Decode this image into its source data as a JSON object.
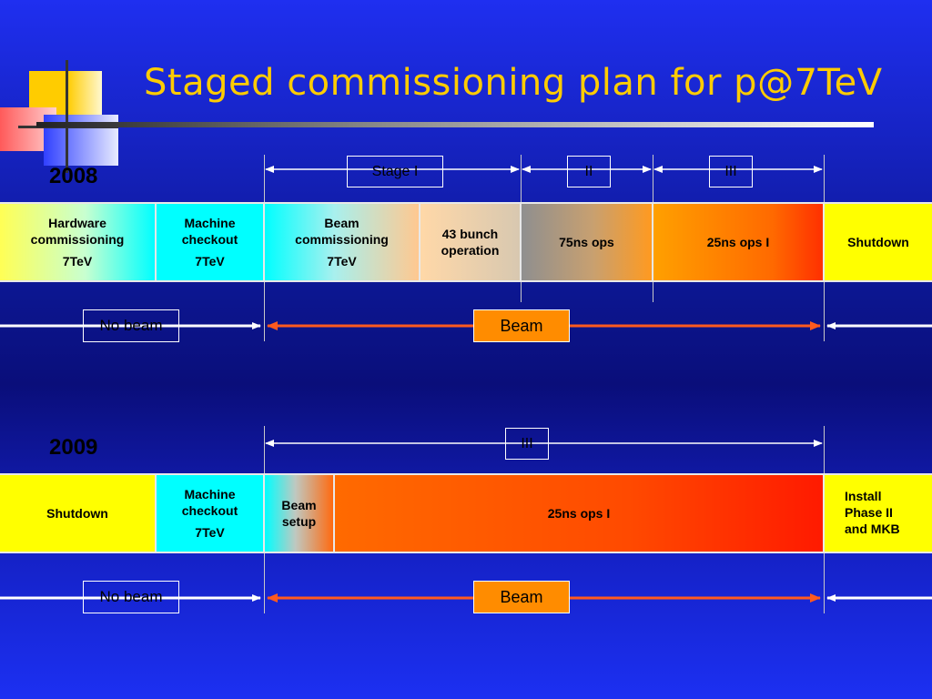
{
  "title": "Staged commissioning plan for p@7TeV",
  "colors": {
    "title": "#ffcc00",
    "beam_arrow": "#ff5a1e",
    "beam_box": "#ff8c00",
    "yellow_cell": "#ffff00",
    "cyan_cell": "#00ffff"
  },
  "year_2008": "2008",
  "year_2009": "2009",
  "stages_2008": {
    "stage1": "Stage I",
    "stage2": "II",
    "stage3": "III"
  },
  "stage_2009": "III",
  "cells_2008": {
    "hw": {
      "label": "Hardware commissioning",
      "sub": "7TeV"
    },
    "mc": {
      "label": "Machine checkout",
      "sub": "7TeV"
    },
    "bc": {
      "label": "Beam commissioning",
      "sub": "7TeV"
    },
    "b43": {
      "label": "43 bunch operation"
    },
    "ops75": {
      "label": "75ns ops"
    },
    "ops25": {
      "label": "25ns ops I"
    },
    "shutdown": {
      "label": "Shutdown"
    }
  },
  "cells_2009": {
    "shutdown": {
      "label": "Shutdown"
    },
    "mc": {
      "label": "Machine checkout",
      "sub": "7TeV"
    },
    "bs": {
      "label": "Beam setup"
    },
    "ops25": {
      "label": "25ns ops I"
    },
    "install": {
      "label": "Install Phase II and MKB"
    }
  },
  "beam_label": "Beam",
  "no_beam_label": "No beam"
}
